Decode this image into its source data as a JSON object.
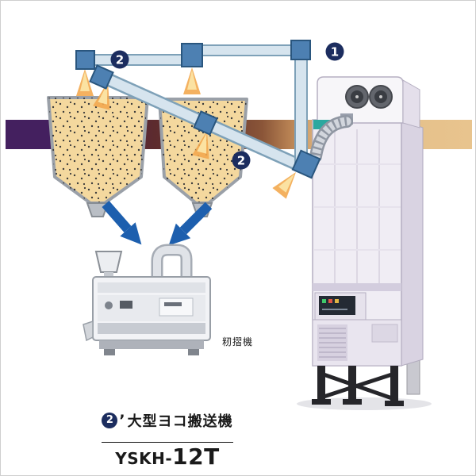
{
  "colors": {
    "band_purple": "#44205f",
    "band_maroon": "#5d2b2e",
    "band_tan": "#e3bc86",
    "grain_fill": "#f4d89e",
    "hopper_stroke": "#9aa0a8",
    "pipe_fill": "#d6e4ee",
    "pipe_stroke": "#7ea1b8",
    "connector_fill": "#4d80b2",
    "connector_stroke": "#2a567e",
    "badge_fill": "#1c2d5f",
    "arrow_blue": "#1d5fae",
    "spray_outer": "#f3a94f",
    "spray_inner": "#fbe2a2",
    "machine_body": "#f0edf4",
    "machine_side": "#d9d3e2",
    "machine_frame": "#26262a",
    "text_black": "#1a1a1a"
  },
  "badges": {
    "dryer_intake": "1",
    "conveyor_top": "2",
    "conveyor_lower": "2"
  },
  "labels": {
    "huller": "籾摺機",
    "caption_number": "2",
    "caption_prime": "’",
    "caption_title": "大型ヨコ搬送機",
    "model_prefix": "YSKH-",
    "model_size": "12T"
  }
}
